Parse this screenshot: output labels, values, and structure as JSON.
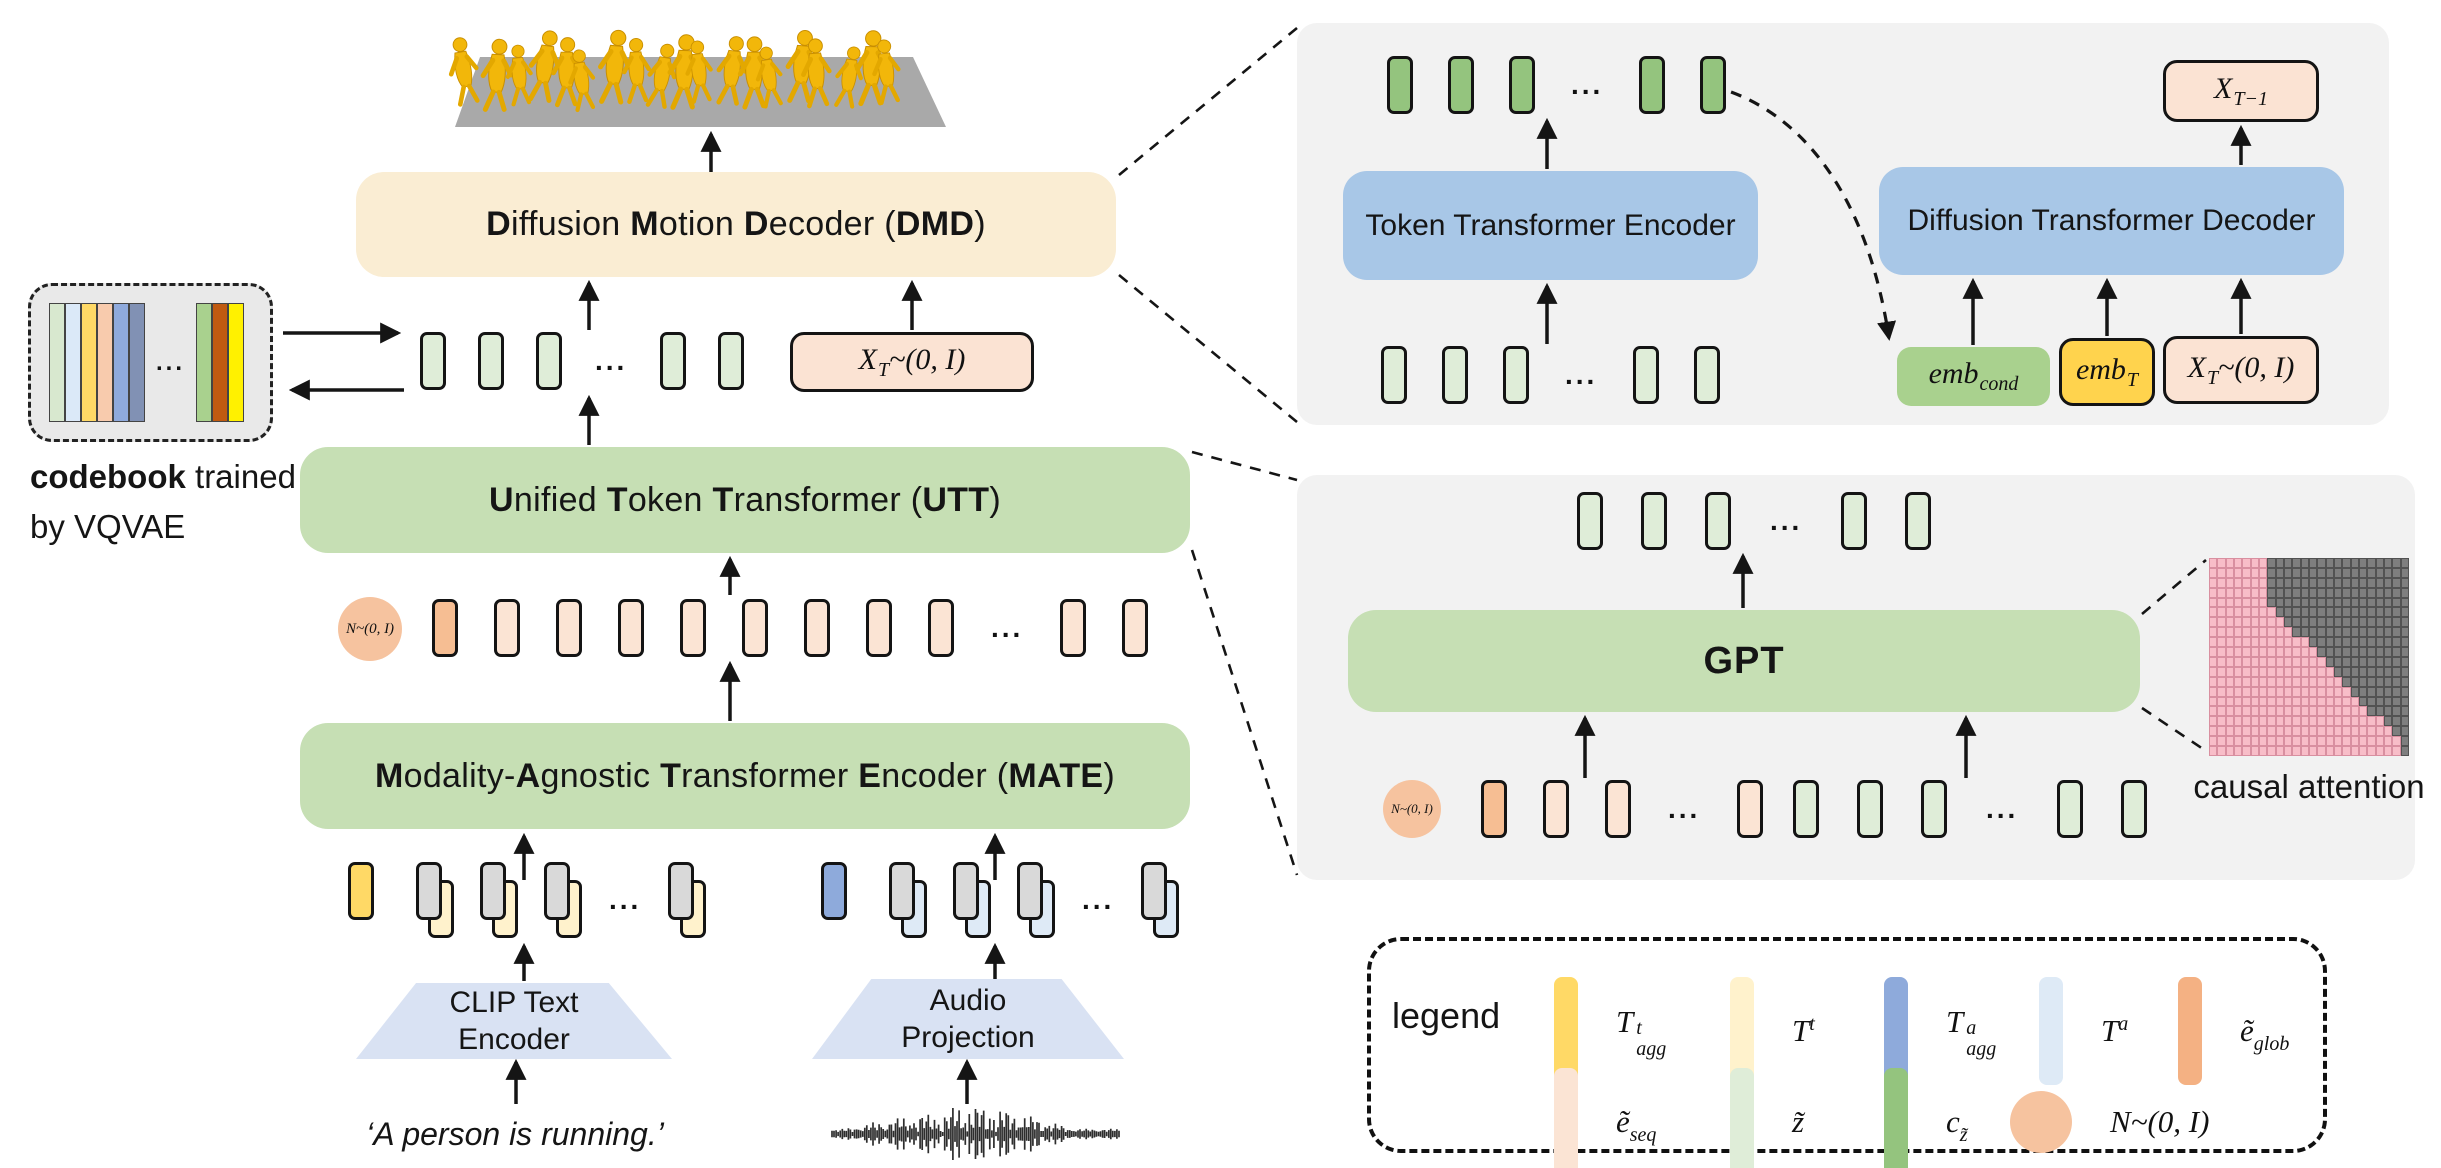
{
  "colors": {
    "z": "#DFEDD8",
    "cz": "#94C47E",
    "eg": "#F6BE93",
    "es": "#FBE4D4",
    "ty": "#FFD966",
    "tyl": "#FFF2CC",
    "ab": "#8EAADB",
    "abl": "#DEEAF6",
    "gray": "#D9D9D9",
    "noise": "#F6C39F",
    "cream": "#FAEDD3",
    "green_box": "#C6DFB4",
    "blue_box": "#A8C7E7",
    "trap": "#D9E2F3",
    "panel": "#F2F2F2",
    "codebook_bg": "#E9E9E9",
    "xt": "#FBE3D3",
    "emb_cond": "#A9D18E",
    "emb_t": "#FFD34D",
    "pink": "#F8BDC8",
    "pink_line": "#D98FA0",
    "dark": "#7E7E7E",
    "floor": "#A9A9A9",
    "figure": "#F2B70A",
    "arrow": "#151515"
  },
  "codebook": {
    "bars_left": [
      "#D8E8CF",
      "#DBE9F8",
      "#FFD966",
      "#F8CBAD",
      "#8FAADC",
      "#8191B4"
    ],
    "dots": "...",
    "bars_right": [
      "#A9D18E",
      "#C05A11",
      "#FFF100"
    ],
    "caption": [
      {
        "t": "codebook",
        "b": true
      },
      {
        "t": " trained",
        "b": false
      }
    ],
    "caption_line2": "by VQVAE"
  },
  "boxes": {
    "dmd": [
      {
        "t": "D",
        "b": true
      },
      {
        "t": "iffusion ",
        "b": false
      },
      {
        "t": "M",
        "b": true
      },
      {
        "t": "otion ",
        "b": false
      },
      {
        "t": "D",
        "b": true
      },
      {
        "t": "ecoder (",
        "b": false
      },
      {
        "t": "DMD",
        "b": true
      },
      {
        "t": ")",
        "b": false
      }
    ],
    "utt": [
      {
        "t": "U",
        "b": true
      },
      {
        "t": "nified ",
        "b": false
      },
      {
        "t": "T",
        "b": true
      },
      {
        "t": "oken ",
        "b": false
      },
      {
        "t": "T",
        "b": true
      },
      {
        "t": "ransformer (",
        "b": false
      },
      {
        "t": "UTT",
        "b": true
      },
      {
        "t": ")",
        "b": false
      }
    ],
    "mate": [
      {
        "t": "M",
        "b": true
      },
      {
        "t": "odality-",
        "b": false
      },
      {
        "t": "A",
        "b": true
      },
      {
        "t": "gnostic ",
        "b": false
      },
      {
        "t": "T",
        "b": true
      },
      {
        "t": "ransformer ",
        "b": false
      },
      {
        "t": "E",
        "b": true
      },
      {
        "t": "ncoder (",
        "b": false
      },
      {
        "t": "MATE",
        "b": true
      },
      {
        "t": ")",
        "b": false
      }
    ],
    "tte": "Token Transformer Encoder",
    "dtd": "Diffusion Transformer Decoder",
    "gpt": "GPT",
    "clip_line1": "CLIP Text",
    "clip_line2": "Encoder",
    "audio_line1": "Audio",
    "audio_line2": "Projection"
  },
  "math": {
    "xt": {
      "base": "X",
      "sub": "T",
      "rest": "~(0, I)"
    },
    "xt1": {
      "base": "X",
      "sub": "T−1"
    },
    "emb_cond": {
      "base": "emb",
      "sub": "cond"
    },
    "emb_t": {
      "base": "emb",
      "sub": "T"
    },
    "noise": {
      "base": "N",
      "rest": "~(0, I)"
    }
  },
  "prompt": "‘A person is running.’",
  "causal": {
    "label": "causal attention",
    "cols": 24,
    "rows": 20,
    "prefix": 7,
    "stair_start": 5
  },
  "legend": {
    "title": "legend",
    "items": [
      {
        "shape": "bar",
        "color": "#FFD966",
        "base": "T",
        "sup": "t",
        "sub": "agg",
        "rest": ""
      },
      {
        "shape": "bar",
        "color": "#FFF2CC",
        "base": "T",
        "sup": "t",
        "sub": "",
        "rest": ""
      },
      {
        "shape": "bar",
        "color": "#8EAADB",
        "base": "T",
        "sup": "a",
        "sub": "agg",
        "rest": ""
      },
      {
        "shape": "bar",
        "color": "#DEEAF6",
        "base": "T",
        "sup": "a",
        "sub": "",
        "rest": ""
      },
      {
        "shape": "bar",
        "color": "#F4B183",
        "base": "ẽ",
        "sup": "",
        "sub": "glob",
        "rest": ""
      },
      {
        "shape": "bar",
        "color": "#FBE4D4",
        "base": "ẽ",
        "sup": "",
        "sub": "seq",
        "rest": ""
      },
      {
        "shape": "bar",
        "color": "#DFEDD8",
        "base": "z̃",
        "sup": "",
        "sub": "",
        "rest": ""
      },
      {
        "shape": "bar",
        "color": "#94C47E",
        "base": "c",
        "sup": "",
        "sub": "z̃",
        "rest": ""
      },
      {
        "shape": "circle",
        "color": "#F6C39F",
        "base": "N",
        "sup": "",
        "sub": "",
        "rest": "~(0, I)"
      }
    ]
  },
  "rows": {
    "main_z": [
      "z",
      "z",
      "z",
      "dots",
      "z",
      "z"
    ],
    "main_e": [
      "eg",
      "es",
      "es",
      "es",
      "es",
      "es",
      "es",
      "es",
      "es",
      "dots",
      "es",
      "es"
    ],
    "text_in": [
      "ty",
      "pt",
      "pt",
      "pt",
      "dots",
      "pt"
    ],
    "audio_in": [
      "ab",
      "pa",
      "pa",
      "pa",
      "dots",
      "pa"
    ],
    "panel_cz": [
      "cz",
      "cz",
      "cz",
      "dots",
      "cz",
      "cz"
    ],
    "panel_z": [
      "z",
      "z",
      "z",
      "dots",
      "z",
      "z"
    ],
    "gpt_out": [
      "z",
      "z",
      "z",
      "dots",
      "z",
      "z"
    ],
    "gpt_in_e": [
      "eg",
      "es",
      "es",
      "dots",
      "es"
    ],
    "gpt_in_z": [
      "z",
      "z",
      "z",
      "dots",
      "z",
      "z"
    ]
  }
}
